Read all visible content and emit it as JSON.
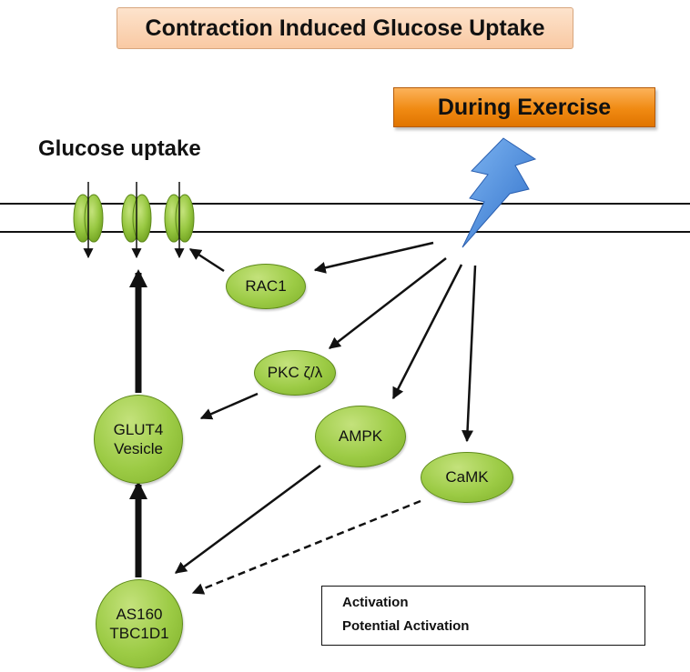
{
  "title": "Contraction Induced Glucose Uptake",
  "trigger": "During Exercise",
  "glucose_uptake_label": "Glucose uptake",
  "nodes": {
    "rac1": "RAC1",
    "pkc": "PKC ζ/λ",
    "ampk": "AMPK",
    "camk": "CaMK",
    "glut4": [
      "GLUT4",
      "Vesicle"
    ],
    "as160": [
      "AS160",
      "TBC1D1"
    ]
  },
  "legend": {
    "activation": "Activation",
    "potential_activation": "Potential Activation"
  },
  "colors": {
    "node_green": "#9ccb45",
    "title_fill": "#fbd6b6",
    "trigger_fill": "#f08a12",
    "lightning": "#3b7fd4"
  }
}
